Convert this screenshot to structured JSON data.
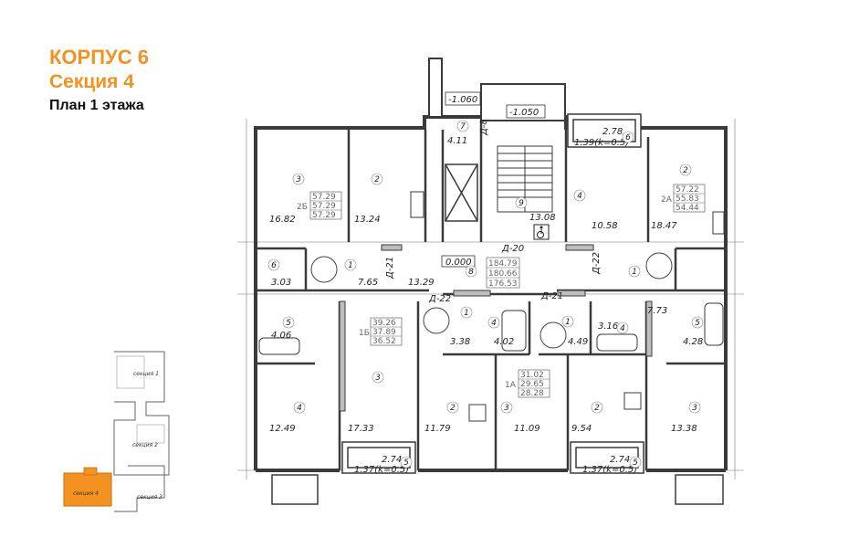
{
  "header": {
    "building": "КОРПУС 6",
    "section": "Секция 4",
    "plan": "План 1 этажа"
  },
  "colors": {
    "accent": "#f39221",
    "wall": "#3a3a3a",
    "line": "#555555"
  },
  "elevations": {
    "left": "-1.060",
    "right": "-1.050",
    "floor": "0.000"
  },
  "doors": {
    "d8": "Д-8",
    "d20": "Д-20",
    "d21_left": "Д-21",
    "d21_right": "Д-21",
    "d22_left": "Д-22",
    "d22_right": "Д-22"
  },
  "areas": {
    "a16_82": "16.82",
    "a13_24": "13.24",
    "a4_11": "4.11",
    "a13_08": "13.08",
    "a10_58": "10.58",
    "a18_47": "18.47",
    "a3_03": "3.03",
    "a7_65": "7.65",
    "a13_29": "13.29",
    "a4_06": "4.06",
    "a7_73": "7.73",
    "a3_16": "3.16",
    "a3_38": "3.38",
    "a4_02": "4.02",
    "a4_49": "4.49",
    "a4_28": "4.28",
    "a12_49": "12.49",
    "a17_33": "17.33",
    "a11_79": "11.79",
    "a11_09": "11.09",
    "a9_54": "9.54",
    "a13_38": "13.38"
  },
  "balconies": {
    "top_right_area": "2.78",
    "top_right_k": "1.39(k=0.5)",
    "bottom_left_area": "2.74",
    "bottom_left_k": "1.37(k=0.5)",
    "bottom_right_area": "2.74",
    "bottom_right_k": "1.37(k=0.5)"
  },
  "apartments": {
    "apt_2b": {
      "type": "2Б",
      "v1": "57.29",
      "v2": "57.29",
      "v3": "57.29"
    },
    "apt_2a": {
      "type": "2А",
      "v1": "57.22",
      "v2": "55.83",
      "v3": "54.44"
    },
    "apt_1b": {
      "type": "1Б",
      "v1": "39.26",
      "v2": "37.89",
      "v3": "36.52"
    },
    "apt_1a": {
      "type": "1А",
      "v1": "31.02",
      "v2": "29.65",
      "v3": "28.28"
    },
    "corridor": {
      "v1": "184.79",
      "v2": "180.66",
      "v3": "176.53"
    }
  },
  "room_numbers": [
    "3",
    "2",
    "7",
    "9",
    "4",
    "6",
    "2",
    "6",
    "1",
    "8",
    "1",
    "5",
    "1",
    "4",
    "1",
    "4",
    "5",
    "4",
    "3",
    "2",
    "3",
    "2",
    "3",
    "5",
    "5"
  ],
  "minimap": {
    "sections": [
      "секция 1",
      "секция 2",
      "секция 3",
      "секция 4"
    ],
    "highlight_color": "#f39221"
  }
}
